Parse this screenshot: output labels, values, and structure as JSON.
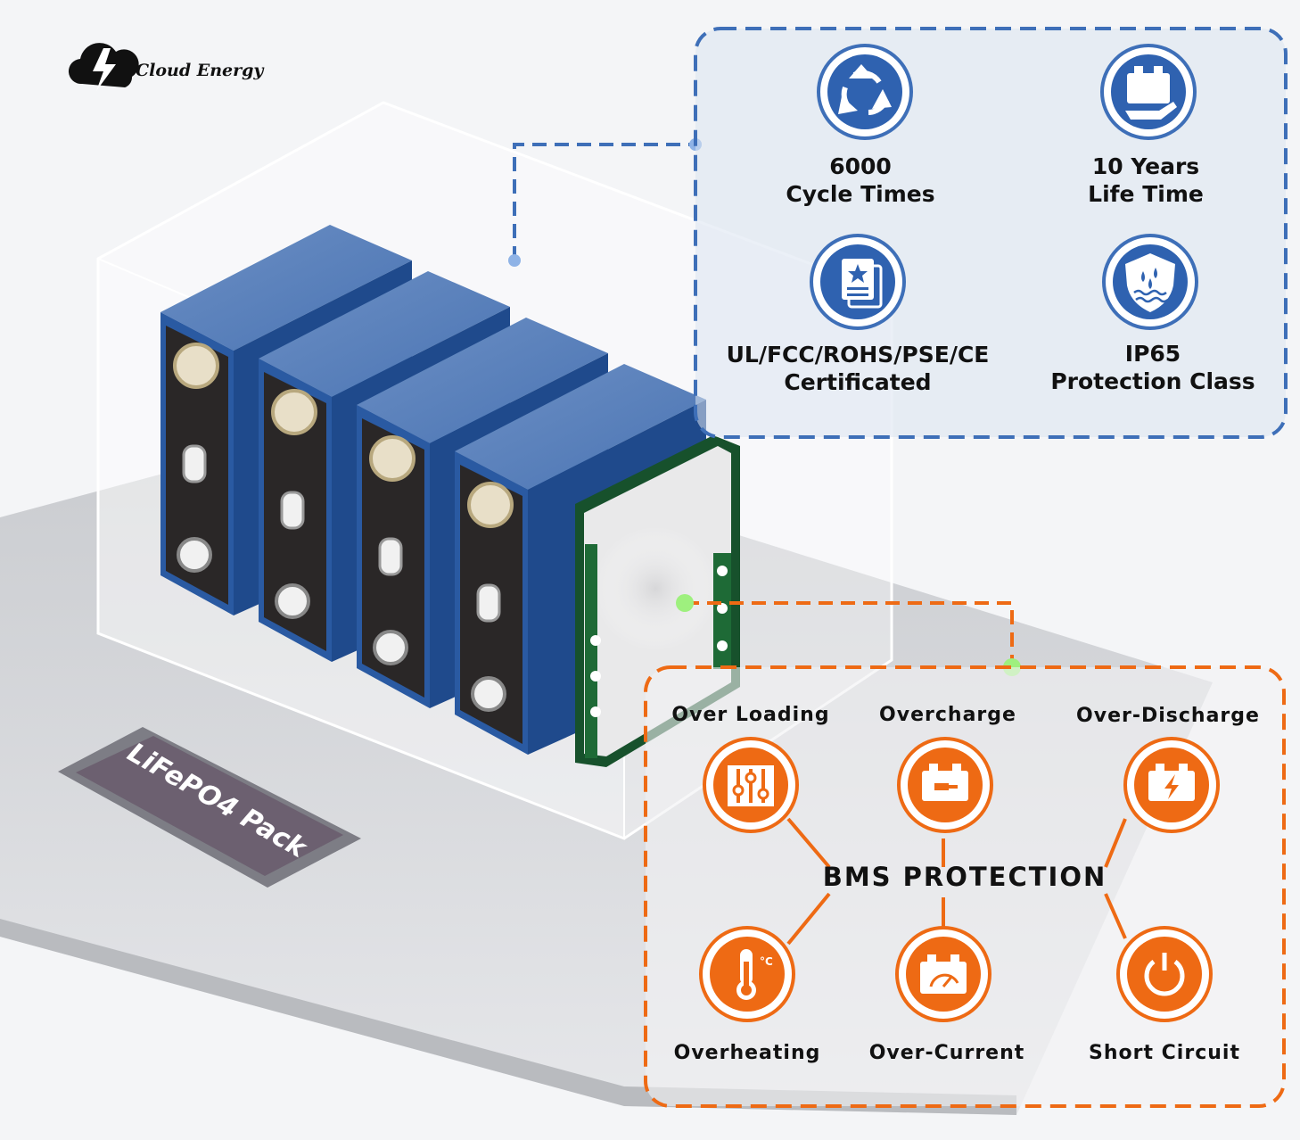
{
  "brand": {
    "name": "Cloud Energy",
    "icon": "cloud-lightning-icon"
  },
  "colors": {
    "blue_accent": "#3e6fb8",
    "orange_accent": "#ee6a14",
    "cell_blue": "#24508f"
  },
  "features": [
    {
      "line1": "6000",
      "line2": "Cycle Times",
      "icon": "recycle-icon"
    },
    {
      "line1": "10 Years",
      "line2": "Life Time",
      "icon": "battery-hand-icon"
    },
    {
      "line1": "UL/FCC/ROHS/PSE/CE",
      "line2": "Certificated",
      "icon": "certificate-icon"
    },
    {
      "line1": "IP65",
      "line2": "Protection Class",
      "icon": "waterproof-shield-icon"
    }
  ],
  "bms": {
    "title": "BMS PROTECTION",
    "items": [
      {
        "label": "Over Loading",
        "icon": "sliders-icon"
      },
      {
        "label": "Overcharge",
        "icon": "battery-plug-icon"
      },
      {
        "label": "Over-Discharge",
        "icon": "battery-lightning-icon"
      },
      {
        "label": "Overheating",
        "icon": "thermometer-icon"
      },
      {
        "label": "Over-Current",
        "icon": "battery-gauge-icon"
      },
      {
        "label": "Short Circuit",
        "icon": "power-icon"
      }
    ]
  },
  "pack_label": "LiFePO4 Pack"
}
